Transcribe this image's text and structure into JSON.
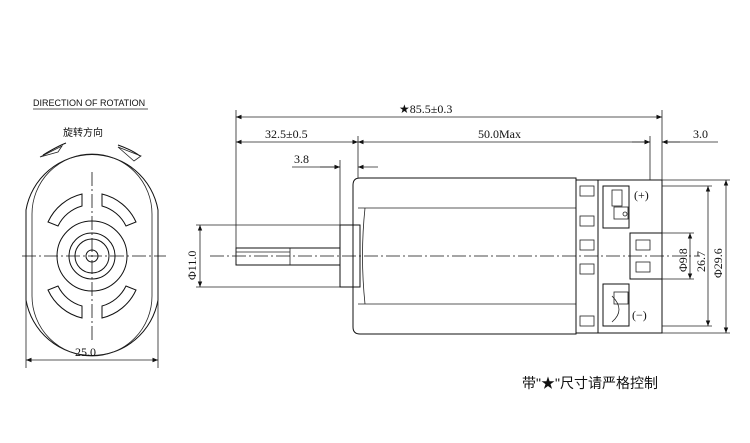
{
  "front_view": {
    "direction_title": "DIRECTION OF ROTATION",
    "rotation_cn": "旋转方向",
    "width_label": "25.0"
  },
  "side_view": {
    "total_length": "★85.5±0.3",
    "shaft_length": "32.5±0.5",
    "body_length": "50.0Max",
    "terminal_offset": "3.0",
    "boss_length": "3.8",
    "shaft_dia": "Φ11.0",
    "dia_terminal": "Φ9.8",
    "height": "26.7",
    "body_dia": "Φ29.6",
    "plus_terminal": "(+)",
    "minus_terminal": "(−)"
  },
  "note": "带\"★\"尺寸请严格控制"
}
